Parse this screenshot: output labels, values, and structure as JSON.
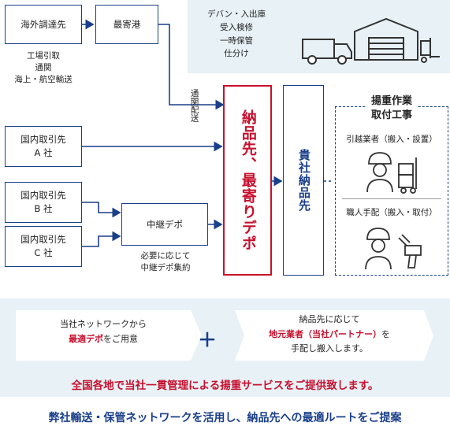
{
  "warehouse": {
    "lines": [
      "デバン・入出庫",
      "受入検修",
      "一時保管",
      "仕分け"
    ]
  },
  "nodes": {
    "overseas": "海外調達先",
    "nearest_port": "最寄港",
    "overseas_note": [
      "工場引取",
      "通関",
      "海上・航空輸送"
    ],
    "customs_delivery": "通関配送",
    "domestic_a": [
      "国内取引先",
      "A 社"
    ],
    "domestic_b": [
      "国内取引先",
      "B 社"
    ],
    "domestic_c": [
      "国内取引先",
      "C 社"
    ],
    "relay_depot": "中継デポ",
    "relay_note": [
      "必要に応じて",
      "中継デポ集約"
    ],
    "delivery_depot": "納品先、最寄りデポ",
    "client": "貴社納品先"
  },
  "service": {
    "title": [
      "揚重作業",
      "取付工事"
    ],
    "item1": "引越業者（搬入・設置）",
    "item2": "職人手配（搬入・取付）"
  },
  "bottom": {
    "left_line1": "当社ネットワークから",
    "left_red": "最適デポ",
    "left_rest": "をご用意",
    "plus": "＋",
    "right_line1": "納品先に応じて",
    "right_red": "地元業者（当社パートナー）",
    "right_rest1": "を",
    "right_line3": "手配し搬入します。",
    "headline": "全国各地で当社一貫管理による揚重サービスをご提供致します。"
  },
  "footer": "弊社輸送・保管ネットワークを活用し、納品先への最適ルートをご提案",
  "colors": {
    "navy": "#1a3f8a",
    "red": "#c8102e",
    "band": "#e7f1f6"
  }
}
